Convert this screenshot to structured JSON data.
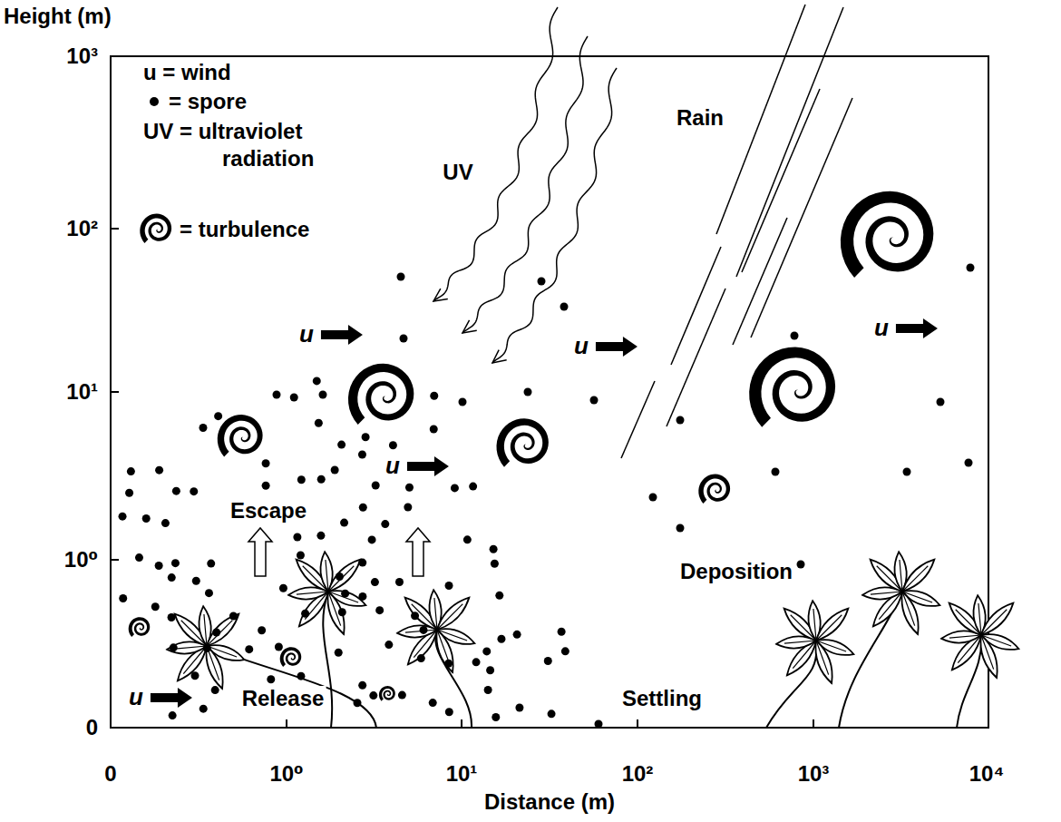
{
  "diagram": {
    "labels": [
      "Height (m)",
      "10³",
      "10²",
      "10¹",
      "10⁰",
      "0",
      "0",
      "10⁰",
      "10¹",
      "10²",
      "10³",
      "10⁴",
      "Distance (m)",
      "UV",
      "Rain",
      "Escape",
      "Release",
      "Settling",
      "Deposition",
      "u",
      "u",
      "u",
      "u",
      "u"
    ],
    "legend": [
      {
        "text": "u = wind"
      },
      {
        "text": "= spore"
      },
      {
        "text": "UV = ultraviolet radiation"
      },
      {
        "text": "= turbulence"
      }
    ]
  }
}
